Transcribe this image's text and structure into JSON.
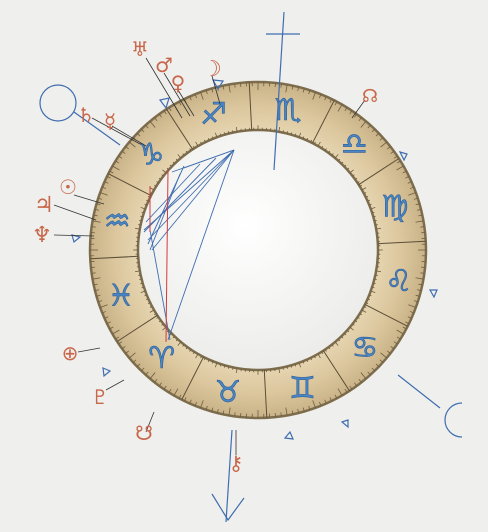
{
  "chart": {
    "planet_symbols": [
      {
        "name": "uranus",
        "glyph": "♅",
        "color": "#c8674a"
      },
      {
        "name": "mars",
        "glyph": "♂",
        "color": "#c8674a"
      },
      {
        "name": "venus",
        "glyph": "♀",
        "color": "#c8674a"
      },
      {
        "name": "moon",
        "glyph": "☽",
        "color": "#c8674a"
      },
      {
        "name": "saturn",
        "glyph": "♄",
        "color": "#c8674a"
      },
      {
        "name": "mercury",
        "glyph": "☿",
        "color": "#c8674a"
      },
      {
        "name": "jupiter",
        "glyph": "♃",
        "color": "#c8674a"
      },
      {
        "name": "sun",
        "glyph": "☉",
        "color": "#c8674a"
      },
      {
        "name": "neptune",
        "glyph": "♆",
        "color": "#c8674a"
      },
      {
        "name": "earth",
        "glyph": "⊕",
        "color": "#c8674a"
      },
      {
        "name": "pluto",
        "glyph": "♇",
        "color": "#c8674a"
      },
      {
        "name": "south-node",
        "glyph": "☋",
        "color": "#c8674a"
      },
      {
        "name": "north-node",
        "glyph": "☊",
        "color": "#c8674a"
      },
      {
        "name": "chiron",
        "glyph": "⚷",
        "color": "#c8674a"
      }
    ],
    "zodiac_signs": [
      {
        "name": "sagittarius",
        "glyph": "♐"
      },
      {
        "name": "scorpio",
        "glyph": "♏"
      },
      {
        "name": "libra",
        "glyph": "♎"
      },
      {
        "name": "virgo",
        "glyph": "♍"
      },
      {
        "name": "leo",
        "glyph": "♌"
      },
      {
        "name": "cancer",
        "glyph": "♋"
      },
      {
        "name": "gemini",
        "glyph": "♊"
      },
      {
        "name": "taurus",
        "glyph": "♉"
      },
      {
        "name": "aries",
        "glyph": "♈"
      },
      {
        "name": "pisces",
        "glyph": "♓"
      },
      {
        "name": "aquarius",
        "glyph": "♒"
      },
      {
        "name": "capricorn",
        "glyph": "♑"
      }
    ],
    "colors": {
      "ring": "#dbc9a4",
      "ring_edge": "#8a7a55",
      "sign_glyph": "#4a86c5",
      "planet": "#c8674a",
      "axis": "#3f6db0",
      "aspect_red": "#d23a3a"
    }
  }
}
